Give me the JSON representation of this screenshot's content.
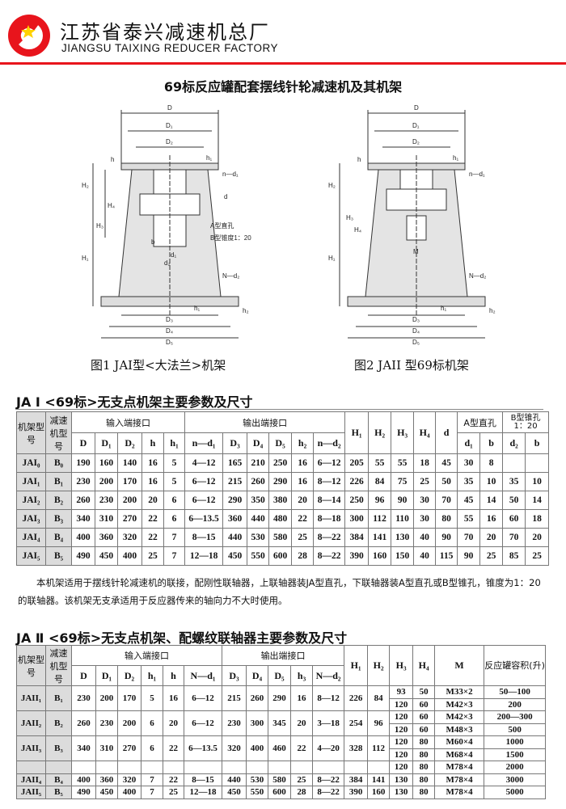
{
  "header": {
    "company_cn": "江苏省泰兴减速机总厂",
    "company_en": "JIANGSU TAIXING REDUCER FACTORY",
    "brand_red": "#e8141c",
    "star_color": "#ffd200"
  },
  "title": "69标反应罐配套摆线针轮减速机及其机架",
  "figures": [
    {
      "caption": "图1   JAI型<大法兰>机架",
      "labels": {
        "D": "D",
        "D1": "D₁",
        "D2": "D₂",
        "h": "h",
        "h1": "h₁",
        "nd1": "n—d₁",
        "d": "d",
        "a_hole": "A型直孔",
        "b_taper": "B型锥度1：20",
        "H1": "H₁",
        "H2": "H₂",
        "H3": "H₃",
        "H4": "H₄",
        "b": "b",
        "d1": "d₁",
        "d2": "d₂",
        "Nd2": "N—d₂",
        "D3": "D₃",
        "D4": "D₄",
        "D5": "D₅",
        "h1b": "h₁",
        "h2": "h₂"
      }
    },
    {
      "caption": "图2   JAII 型69标机架",
      "labels": {
        "D": "D",
        "D1": "D₁",
        "D2": "D₂",
        "h": "h",
        "h1": "h₁",
        "nd1": "n—d₁",
        "H1": "H₁",
        "H2": "H₂",
        "H3": "H₃",
        "H4": "H₄",
        "M": "M",
        "Nd2": "N—d₂",
        "D3": "D₃",
        "D4": "D₄",
        "D5": "D₅",
        "h1b": "h₁",
        "h2": "h₂"
      }
    }
  ],
  "table1": {
    "title": "JA Ⅰ <69标>无支点机架主要参数及尺寸",
    "headers": {
      "frame": "机架型号",
      "reducer": "减速机型号",
      "input": "输入端接口",
      "output": "输出端接口",
      "a_hole": "A型直孔",
      "b_taper": "B型锥孔 1：20",
      "cols": [
        "D",
        "D₁",
        "D₂",
        "h",
        "h₁",
        "n—d₁",
        "D₃",
        "D₄",
        "D₅",
        "h₂",
        "n—d₂",
        "H₁",
        "H₂",
        "H₃",
        "H₄",
        "d",
        "d₁",
        "b",
        "d₂",
        "b"
      ]
    },
    "rows": [
      [
        "JAI₀",
        "B₀",
        "190",
        "160",
        "140",
        "16",
        "5",
        "4—12",
        "165",
        "210",
        "250",
        "16",
        "6—12",
        "205",
        "55",
        "55",
        "18",
        "45",
        "30",
        "8",
        "",
        ""
      ],
      [
        "JAI₁",
        "B₁",
        "230",
        "200",
        "170",
        "16",
        "5",
        "6—12",
        "215",
        "260",
        "290",
        "16",
        "8—12",
        "226",
        "84",
        "75",
        "25",
        "50",
        "35",
        "10",
        "35",
        "10"
      ],
      [
        "JAI₂",
        "B₂",
        "260",
        "230",
        "200",
        "20",
        "6",
        "6—12",
        "290",
        "350",
        "380",
        "20",
        "8—14",
        "250",
        "96",
        "90",
        "30",
        "70",
        "45",
        "14",
        "50",
        "14"
      ],
      [
        "JAI₃",
        "B₃",
        "340",
        "310",
        "270",
        "22",
        "6",
        "6—13.5",
        "360",
        "440",
        "480",
        "22",
        "8—18",
        "300",
        "112",
        "110",
        "30",
        "80",
        "55",
        "16",
        "60",
        "18"
      ],
      [
        "JAI₄",
        "B₄",
        "400",
        "360",
        "320",
        "22",
        "7",
        "8—15",
        "440",
        "530",
        "580",
        "25",
        "8—22",
        "384",
        "141",
        "130",
        "40",
        "90",
        "70",
        "20",
        "70",
        "20"
      ],
      [
        "JAI₅",
        "B₅",
        "490",
        "450",
        "400",
        "25",
        "7",
        "12—18",
        "450",
        "550",
        "600",
        "28",
        "8—22",
        "390",
        "160",
        "150",
        "40",
        "115",
        "90",
        "25",
        "85",
        "25"
      ]
    ]
  },
  "description": "本机架适用于摆线针轮减速机的联接，配刚性联轴器，上联轴器装JA型直孔，下联轴器装A型直孔或B型锥孔，锥度为1：20的联轴器。该机架无支承适用于反应器传来的轴向力不大时使用。",
  "table2": {
    "title": "JA Ⅱ <69标>无支点机架、配螺纹联轴器主要参数及尺寸",
    "headers": {
      "frame": "机架型号",
      "reducer": "减速机型号",
      "input": "输入端接口",
      "output": "输出端接口",
      "volume": "反应罐容积(升)",
      "cols": [
        "D",
        "D₁",
        "D₂",
        "h₁",
        "h",
        "N—d₁",
        "D₃",
        "D₄",
        "D₅",
        "h₃",
        "N—d₂",
        "H₁",
        "H₂",
        "H₃",
        "H₄",
        "M"
      ]
    },
    "groups": [
      {
        "frame": "JAII₁",
        "reducer": "B₁",
        "vals": [
          "230",
          "200",
          "170",
          "5",
          "16",
          "6—12",
          "215",
          "260",
          "290",
          "16",
          "8—12",
          "226",
          "84"
        ],
        "sub": [
          [
            "93",
            "50",
            "M33×2",
            "50—100"
          ],
          [
            "120",
            "60",
            "M42×3",
            "200"
          ]
        ]
      },
      {
        "frame": "JAII₂",
        "reducer": "B₂",
        "vals": [
          "260",
          "230",
          "200",
          "6",
          "20",
          "6—12",
          "230",
          "300",
          "345",
          "20",
          "3—18",
          "254",
          "96"
        ],
        "sub": [
          [
            "120",
            "60",
            "M42×3",
            "200—300"
          ],
          [
            "120",
            "60",
            "M48×3",
            "500"
          ]
        ]
      },
      {
        "frame": "JAII₃",
        "reducer": "B₃",
        "vals": [
          "340",
          "310",
          "270",
          "6",
          "22",
          "6—13.5",
          "320",
          "400",
          "460",
          "22",
          "4—20",
          "328",
          "112"
        ],
        "sub": [
          [
            "120",
            "80",
            "M60×4",
            "1000"
          ],
          [
            "120",
            "80",
            "M68×4",
            "1500"
          ]
        ]
      },
      {
        "frame": "",
        "reducer": "",
        "vals": [
          "",
          "",
          "",
          "",
          "",
          "",
          "",
          "",
          "",
          "",
          "",
          "",
          ""
        ],
        "sub": [
          [
            "120",
            "80",
            "M78×4",
            "2000"
          ]
        ]
      },
      {
        "frame": "JAII₄",
        "reducer": "B₄",
        "vals": [
          "400",
          "360",
          "320",
          "7",
          "22",
          "8—15",
          "440",
          "530",
          "580",
          "25",
          "8—22",
          "384",
          "141"
        ],
        "sub": [
          [
            "130",
            "80",
            "M78×4",
            "3000"
          ]
        ]
      },
      {
        "frame": "JAII₅",
        "reducer": "B₅",
        "vals": [
          "490",
          "450",
          "400",
          "7",
          "25",
          "12—18",
          "450",
          "550",
          "600",
          "28",
          "8—22",
          "390",
          "160"
        ],
        "sub": [
          [
            "130",
            "80",
            "M78×4",
            "5000"
          ]
        ]
      }
    ]
  }
}
